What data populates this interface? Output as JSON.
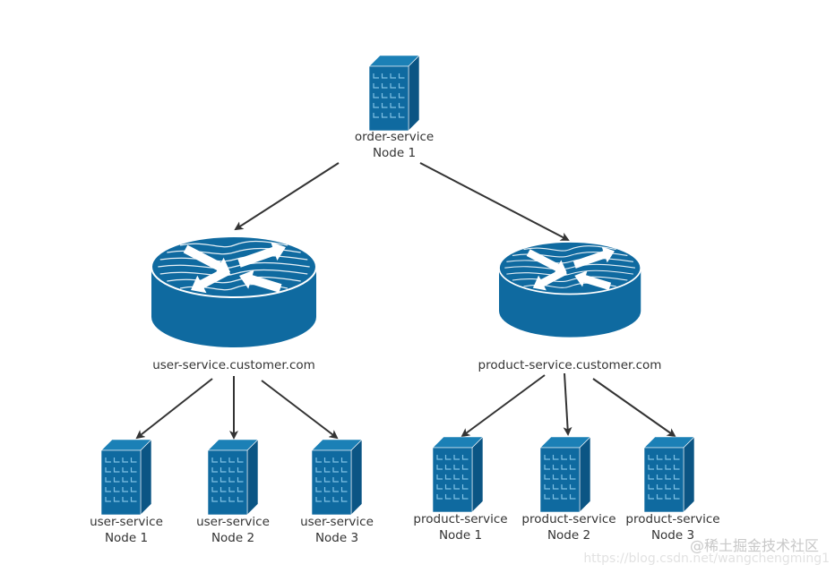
{
  "diagram": {
    "colors": {
      "device": "#0f6aa0",
      "device_dark": "#0b5584",
      "device_top": "#1b80b6",
      "window": "#7fc1e4",
      "arrow": "#333333",
      "text": "#333333"
    },
    "root": {
      "id": "order",
      "type": "server",
      "line1": "order-service",
      "line2": "Node 1"
    },
    "routers": [
      {
        "id": "user-lb",
        "type": "router",
        "label": "user-service.customer.com"
      },
      {
        "id": "product-lb",
        "type": "router",
        "label": "product-service.customer.com"
      }
    ],
    "leaves": [
      {
        "id": "user-1",
        "group": "user-lb",
        "type": "server",
        "line1": "user-service",
        "line2": "Node 1"
      },
      {
        "id": "user-2",
        "group": "user-lb",
        "type": "server",
        "line1": "user-service",
        "line2": "Node 2"
      },
      {
        "id": "user-3",
        "group": "user-lb",
        "type": "server",
        "line1": "user-service",
        "line2": "Node 3"
      },
      {
        "id": "product-1",
        "group": "product-lb",
        "type": "server",
        "line1": "product-service",
        "line2": "Node 1"
      },
      {
        "id": "product-2",
        "group": "product-lb",
        "type": "server",
        "line1": "product-service",
        "line2": "Node 2"
      },
      {
        "id": "product-3",
        "group": "product-lb",
        "type": "server",
        "line1": "product-service",
        "line2": "Node 3"
      }
    ],
    "edges": [
      {
        "from": "order",
        "to": "user-lb"
      },
      {
        "from": "order",
        "to": "product-lb"
      },
      {
        "from": "user-lb",
        "to": "user-1"
      },
      {
        "from": "user-lb",
        "to": "user-2"
      },
      {
        "from": "user-lb",
        "to": "user-3"
      },
      {
        "from": "product-lb",
        "to": "product-1"
      },
      {
        "from": "product-lb",
        "to": "product-2"
      },
      {
        "from": "product-lb",
        "to": "product-3"
      }
    ]
  },
  "watermark": {
    "line1": "@稀土掘金技术社区",
    "line2": "https://blog.csdn.net/wangchengming1"
  }
}
